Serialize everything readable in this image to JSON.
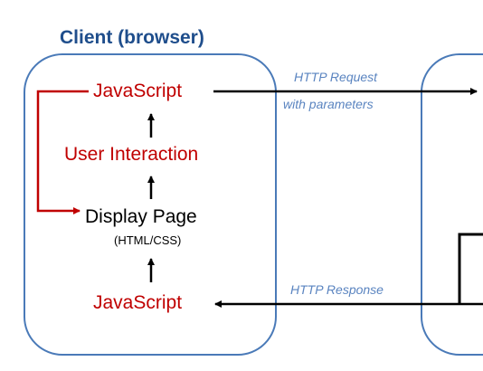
{
  "colors": {
    "box_border": "#4a7ab8",
    "title": "#1f4e8c",
    "node_red": "#c00000",
    "node_black": "#000000",
    "edge_label": "#5a84c0",
    "arrow_black": "#000000",
    "arrow_red": "#c00000"
  },
  "client": {
    "title": "Client (browser)"
  },
  "nodes": {
    "js_top": "JavaScript",
    "user_interaction": "User Interaction",
    "display_page": "Display Page",
    "display_page_sub": "(HTML/CSS)",
    "js_bottom": "JavaScript"
  },
  "edges": {
    "request_line1": "HTTP Request",
    "request_line2": "with parameters",
    "response": "HTTP Response"
  },
  "icons": {
    "up_arrow": "up-arrow-icon",
    "right_arrow": "right-arrow-icon",
    "left_arrow": "left-arrow-icon",
    "loop_arrow": "loop-arrow-icon"
  }
}
